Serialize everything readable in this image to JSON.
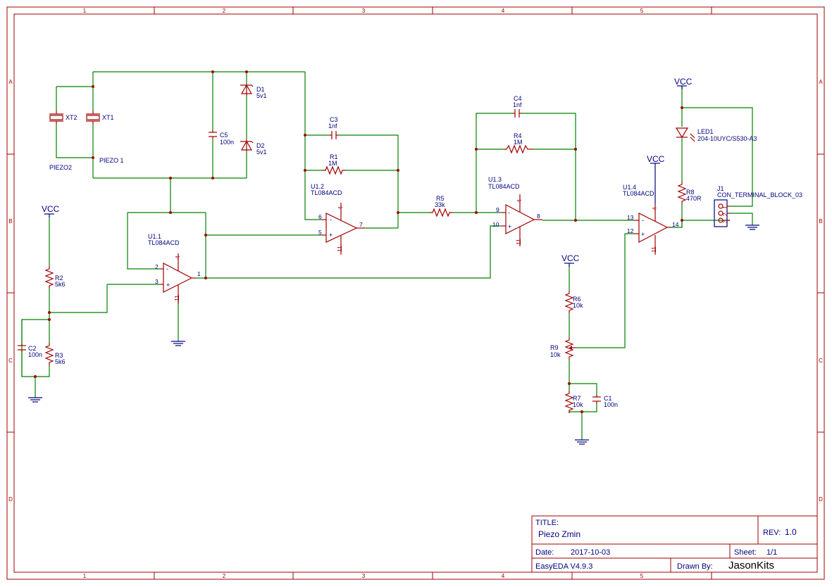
{
  "frame": {
    "columns": [
      "1",
      "2",
      "3",
      "4",
      "5"
    ],
    "rows": [
      "A",
      "B",
      "C",
      "D"
    ]
  },
  "title_block": {
    "title_label": "TITLE:",
    "title": "Piezo Zmin",
    "rev_label": "REV:",
    "rev": "1.0",
    "date_label": "Date:",
    "date": "2017-10-03",
    "sheet_label": "Sheet:",
    "sheet": "1/1",
    "software": "EasyEDA V4.9.3",
    "drawn_by_label": "Drawn By:",
    "drawn_by": "JasonKits"
  },
  "power_labels": {
    "vcc": "VCC"
  },
  "components": {
    "xt2": {
      "ref": "XT2",
      "name": "PIEZO2"
    },
    "xt1": {
      "ref": "XT1",
      "name": "PIEZO 1"
    },
    "c5": {
      "ref": "C5",
      "value": "100n"
    },
    "d1": {
      "ref": "D1",
      "value": "5v1"
    },
    "d2": {
      "ref": "D2",
      "value": "5v1"
    },
    "c3": {
      "ref": "C3",
      "value": "1nf"
    },
    "r1": {
      "ref": "R1",
      "value": "1M"
    },
    "u12": {
      "ref": "U1.2",
      "value": "TL084ACD"
    },
    "r5": {
      "ref": "R5",
      "value": "33k"
    },
    "c4": {
      "ref": "C4",
      "value": "1nf"
    },
    "r4": {
      "ref": "R4",
      "value": "1M"
    },
    "u13": {
      "ref": "U1.3",
      "value": "TL084ACD"
    },
    "led1": {
      "ref": "LED1",
      "value": "204-10UYC/S530-A3"
    },
    "r8": {
      "ref": "R8",
      "value": "470R"
    },
    "u14": {
      "ref": "U1.4",
      "value": "TL084ACD"
    },
    "j1": {
      "ref": "J1",
      "value": "CON_TERMINAL_BLOCK_03"
    },
    "u11": {
      "ref": "U1.1",
      "value": "TL084ACD"
    },
    "r2": {
      "ref": "R2",
      "value": "5k6"
    },
    "r3": {
      "ref": "R3",
      "value": "5k6"
    },
    "c2": {
      "ref": "C2",
      "value": "100n"
    },
    "r6": {
      "ref": "R6",
      "value": "10k"
    },
    "r9": {
      "ref": "R9",
      "value": "10k"
    },
    "r7": {
      "ref": "R7",
      "value": "10k"
    },
    "c1": {
      "ref": "C1",
      "value": "100n"
    }
  },
  "pins": {
    "u11": {
      "in_minus": "2",
      "in_plus": "3",
      "out": "1",
      "vpos": "4",
      "vneg": "11"
    },
    "u12": {
      "in_minus": "6",
      "in_plus": "5",
      "out": "7",
      "vpos": "4",
      "vneg": "11"
    },
    "u13": {
      "in_minus": "9",
      "in_plus": "10",
      "out": "8",
      "vpos": "4",
      "vneg": "11"
    },
    "u14": {
      "in_minus": "13",
      "in_plus": "12",
      "out": "14",
      "vpos": "4",
      "vneg": "11"
    },
    "j1": [
      "1",
      "2",
      "3"
    ]
  },
  "symbols": {
    "minus": "-",
    "plus": "+"
  }
}
